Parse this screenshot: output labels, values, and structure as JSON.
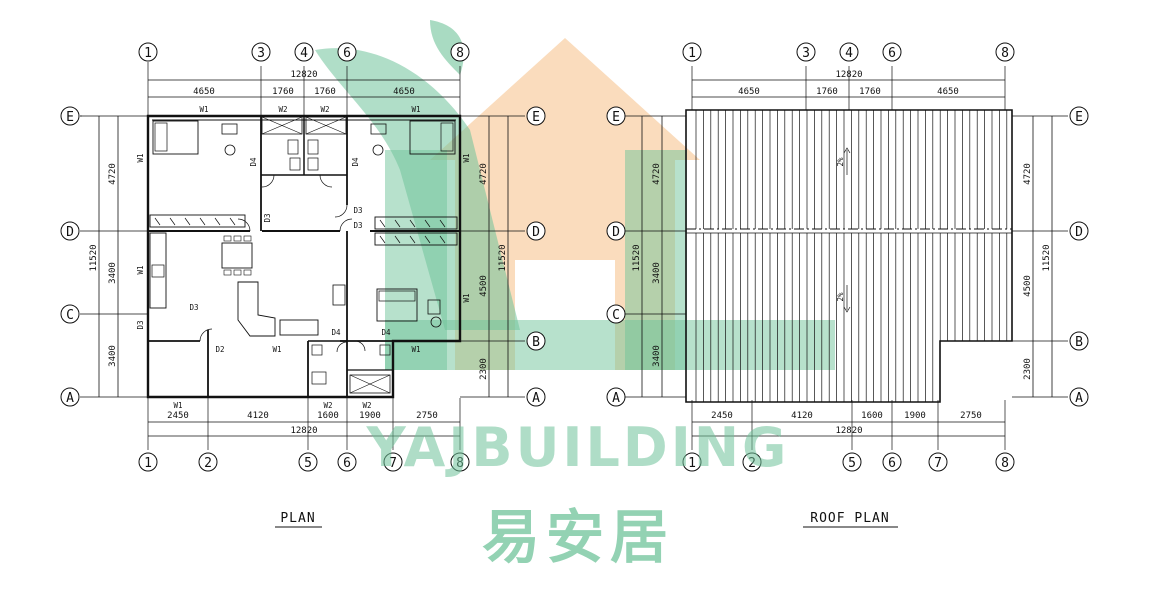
{
  "plan": {
    "title": "PLAN",
    "axes_top": [
      "1",
      "3",
      "4",
      "6",
      "8"
    ],
    "axes_bottom": [
      "1",
      "2",
      "5",
      "6",
      "7",
      "8"
    ],
    "axes_rows": [
      "E",
      "D",
      "C",
      "B",
      "A"
    ],
    "top_total": "12820",
    "top_dims": [
      "4650",
      "1760",
      "1760",
      "4650"
    ],
    "bottom_dims": [
      "2450",
      "4120",
      "1600",
      "1900",
      "2750"
    ],
    "bottom_total": "12820",
    "left_total": "11520",
    "left_dims": [
      "4720",
      "3400",
      "3400"
    ],
    "right_total": "11520",
    "right_dims": [
      "4720",
      "4500",
      "2300"
    ],
    "labels": {
      "w1": "W1",
      "w2": "W2",
      "d2": "D2",
      "d3": "D3",
      "d4": "D4"
    }
  },
  "roof": {
    "title": "ROOF PLAN",
    "axes_top": [
      "1",
      "3",
      "4",
      "6",
      "8"
    ],
    "axes_bottom": [
      "1",
      "2",
      "5",
      "6",
      "7",
      "8"
    ],
    "axes_rows": [
      "E",
      "D",
      "C",
      "B",
      "A"
    ],
    "top_total": "12820",
    "top_dims": [
      "4650",
      "1760",
      "1760",
      "4650"
    ],
    "bottom_dims": [
      "2450",
      "4120",
      "1600",
      "1900",
      "2750"
    ],
    "bottom_total": "12820",
    "left_total": "11520",
    "left_dims": [
      "4720",
      "3400",
      "3400"
    ],
    "right_total": "11520",
    "right_dims": [
      "4720",
      "4500",
      "2300"
    ],
    "slope": "2%"
  },
  "watermark": {
    "latin": "YAJBUILDING",
    "cjk": "易安居",
    "colors": {
      "green": "#6fc39a",
      "orange": "#f7c99a"
    }
  }
}
